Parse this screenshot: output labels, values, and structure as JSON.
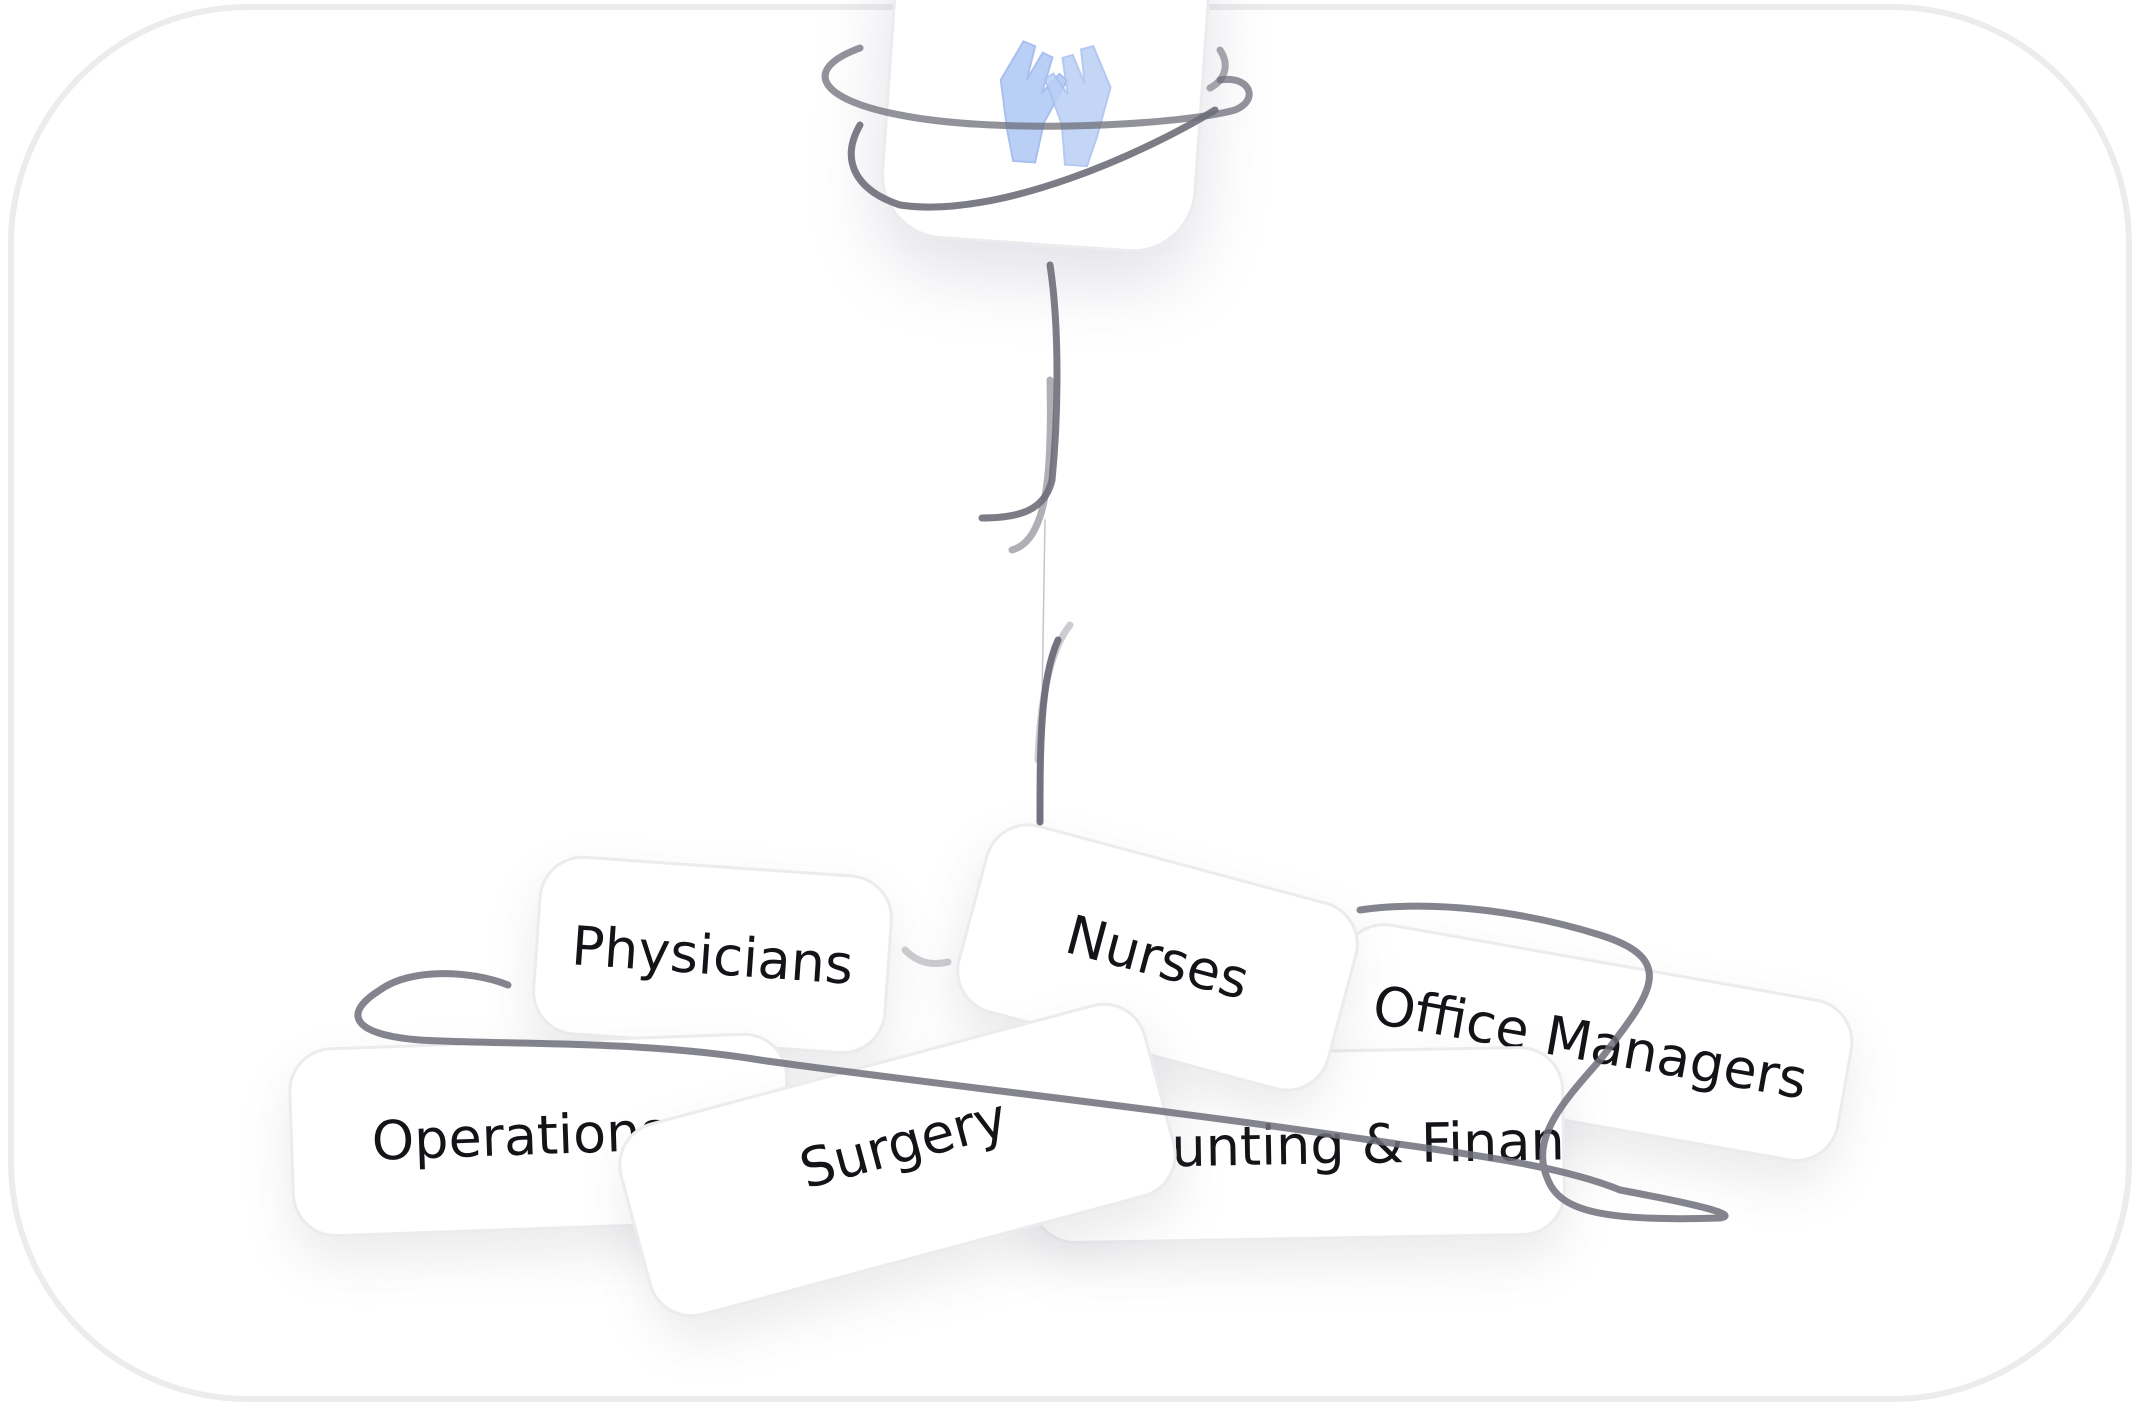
{
  "top_icon": {
    "name": "medical-gloves-icon",
    "color": "#b9cff5"
  },
  "tags": [
    {
      "id": "physicians",
      "label": "Physicians"
    },
    {
      "id": "nurses",
      "label": "Nurses"
    },
    {
      "id": "office-managers",
      "label": "Office Managers"
    },
    {
      "id": "operations",
      "label": "Operations"
    },
    {
      "id": "accounting-finance",
      "label": "Accounting & Finance"
    },
    {
      "id": "surgery",
      "label": "Surgery"
    }
  ],
  "colors": {
    "wire": "#6e6e7a",
    "card_border": "#ececee",
    "text": "#141418"
  }
}
